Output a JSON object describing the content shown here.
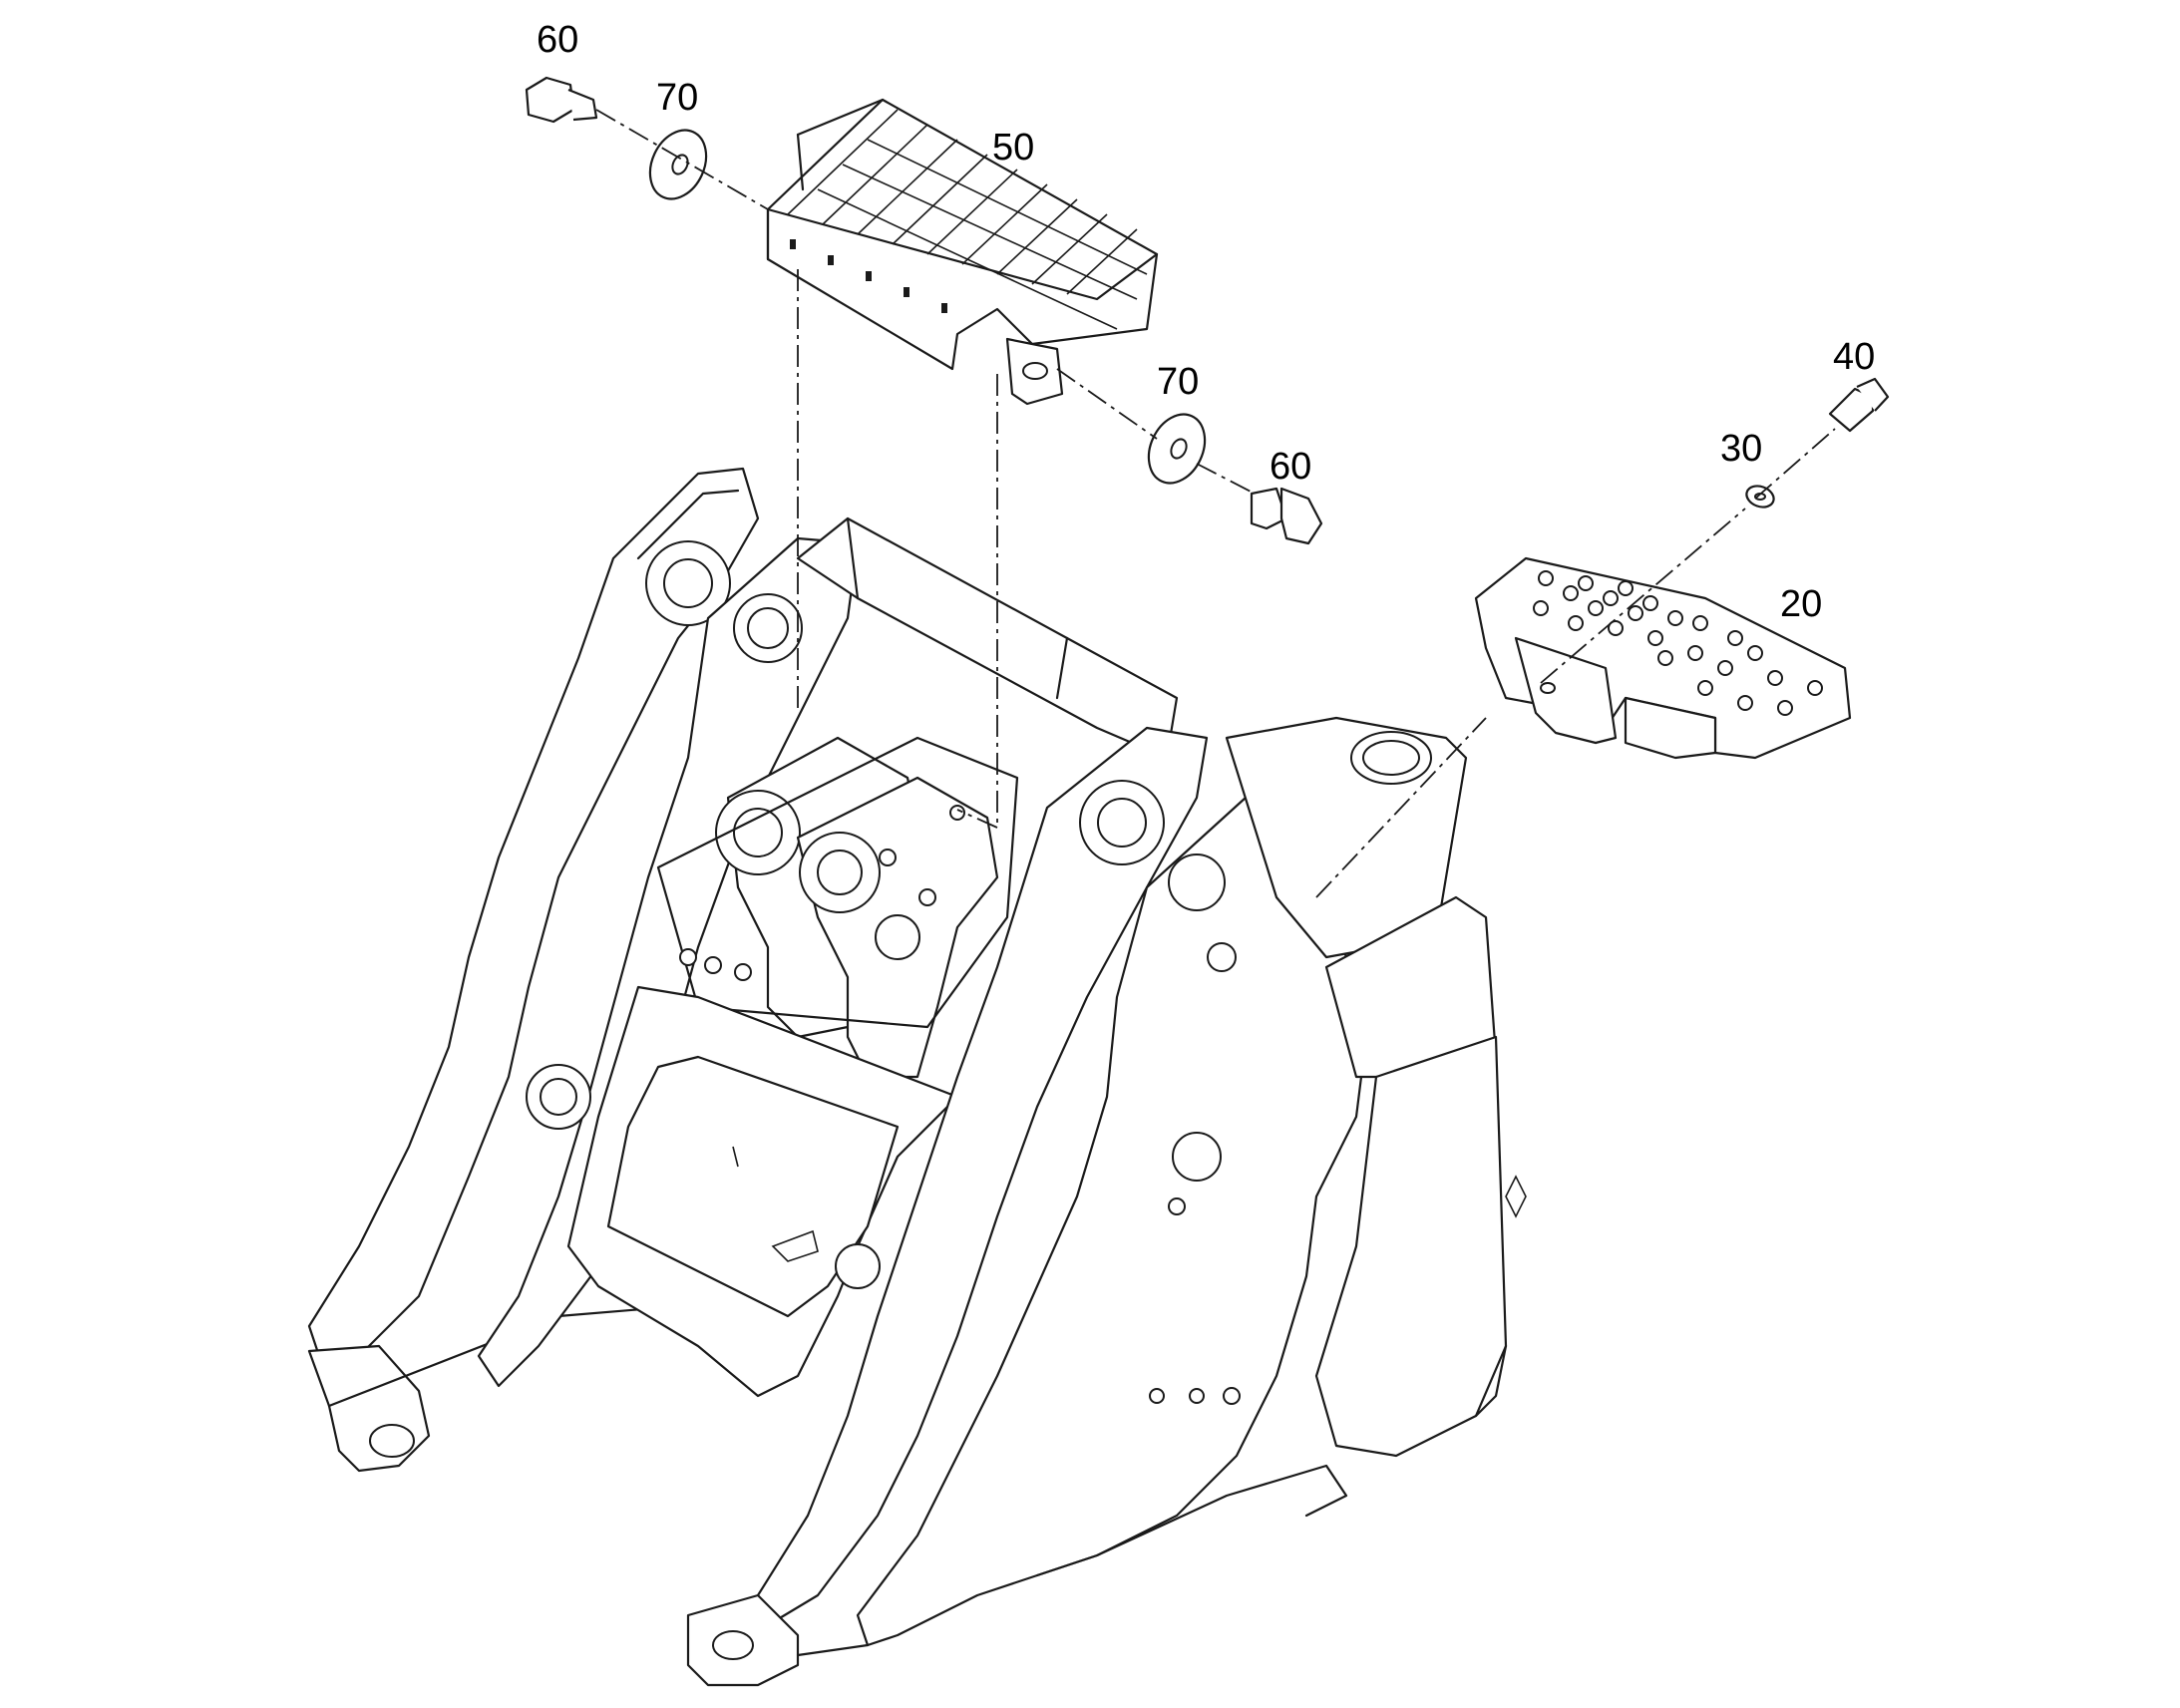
{
  "callouts": {
    "c20": "20",
    "c30": "30",
    "c40": "40",
    "c50": "50",
    "c60_top": "60",
    "c60_mid": "60",
    "c70_top": "70",
    "c70_mid": "70"
  }
}
